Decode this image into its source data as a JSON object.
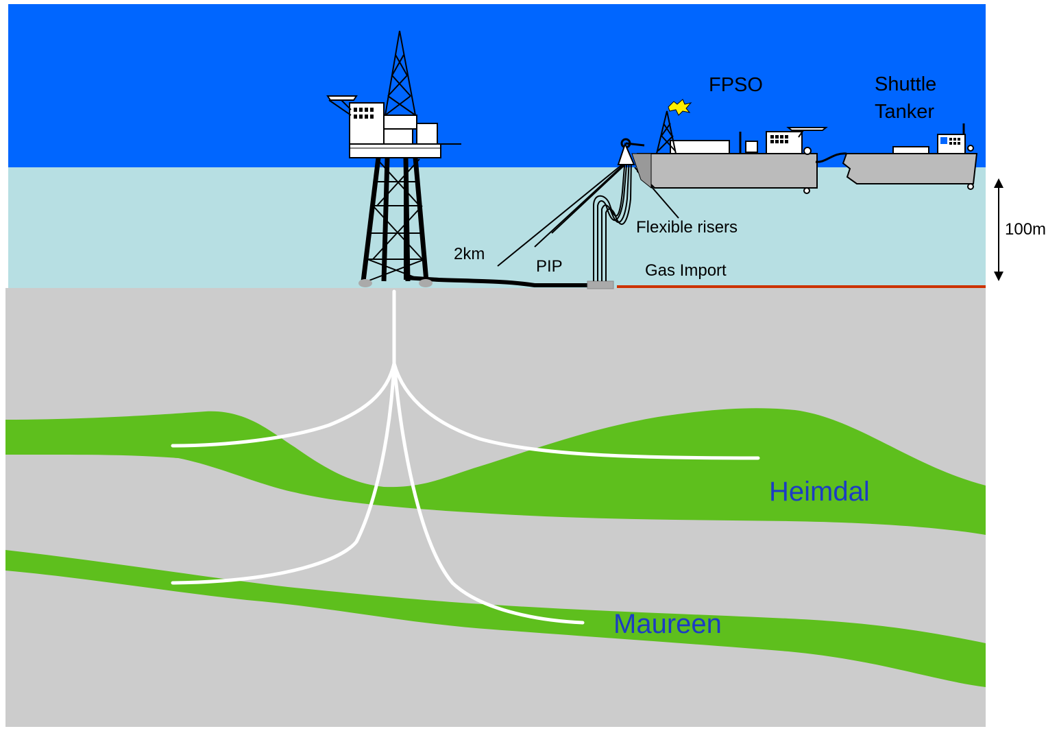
{
  "labels": {
    "fpso": "FPSO",
    "shuttle_line1": "Shuttle",
    "shuttle_line2": "Tanker",
    "flexible_risers": "Flexible risers",
    "depth": "100m",
    "distance": "2km",
    "pip": "PIP",
    "gas_import": "Gas Import"
  },
  "reservoirs": {
    "upper": "Heimdal",
    "lower": "Maureen"
  },
  "colors": {
    "sky": "#0066ff",
    "sea": "#b7dfe3",
    "seabed": "#cccccc",
    "reservoir": "#5ebf1d",
    "reservoir_label": "#1c3cc4",
    "gas_import_line": "#cc3300",
    "hull": "#bbbbbb",
    "wells": "#ffffff",
    "flare": "#ffee00"
  }
}
